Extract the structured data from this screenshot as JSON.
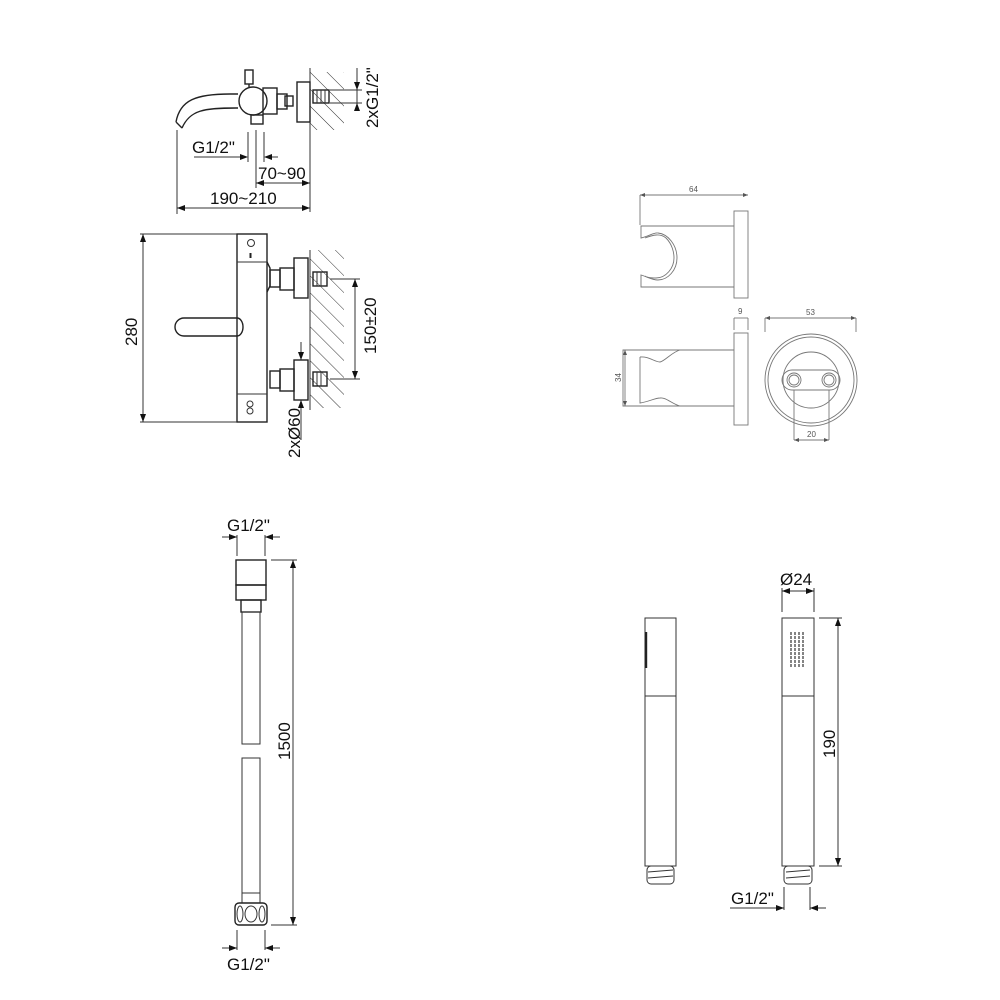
{
  "drawing": {
    "title": "Shower mixer set technical drawing",
    "line_color": "#222222",
    "background": "#ffffff"
  },
  "bath_mixer_side": {
    "thread_label": "G1/2\"",
    "offset_label": "70~90",
    "length_label": "190~210",
    "inlet_label": "2xG1/2\""
  },
  "bath_mixer_front": {
    "height_label": "280",
    "center_distance_label": "150±20",
    "flange_label": "2xØ60"
  },
  "holder": {
    "depth_label": "64",
    "flange_thickness_label": "9",
    "flange_diameter_label": "53",
    "height_label": "34",
    "hole_distance_label": "20"
  },
  "hose": {
    "top_thread_label": "G1/2\"",
    "length_label": "1500",
    "bottom_thread_label": "G1/2\""
  },
  "hand_shower": {
    "diameter_label": "Ø24",
    "length_label": "190",
    "thread_label": "G1/2\""
  }
}
